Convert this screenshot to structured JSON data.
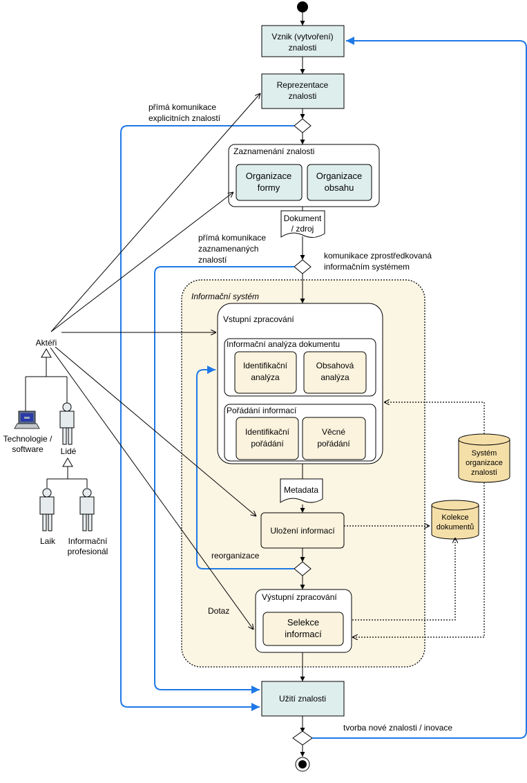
{
  "nodes": {
    "vznik": [
      "Vznik (vytvoření)",
      "znalosti"
    ],
    "reprezentace": [
      "Reprezentace",
      "znalosti"
    ],
    "zaznamenani": "Zaznamenání znalosti",
    "org_formy": [
      "Organizace",
      "formy"
    ],
    "org_obsahu": [
      "Organizace",
      "obsahu"
    ],
    "dokument": [
      "Dokument",
      "/ zdroj"
    ],
    "is_label": "Informační systém",
    "vstupni": "Vstupní zpracování",
    "ia_dokumentu": "Informační analýza dokumentu",
    "ident_analyza": [
      "Identifikační",
      "analýza"
    ],
    "obsah_analyza": [
      "Obsahová",
      "analýza"
    ],
    "poradani": "Pořádání informací",
    "ident_poradani": [
      "Identifikační",
      "pořádání"
    ],
    "vecne_poradani": [
      "Věcné",
      "pořádání"
    ],
    "metadata": "Metadata",
    "ulozeni": "Uložení informací",
    "vystupni": "Výstupní zpracování",
    "selekce": [
      "Selekce",
      "informací"
    ],
    "uziti": "Užití znalosti",
    "system_org": [
      "Systém",
      "organizace",
      "znalostí"
    ],
    "kolekce": [
      "Kolekce",
      "dokumentů"
    ]
  },
  "labels": {
    "prima_explicit": [
      "přímá komunikace",
      "explicitních znalostí"
    ],
    "prima_zazn": [
      "přímá komunikace",
      "zaznamenaných",
      "znalostí"
    ],
    "komunikace_is": [
      "komunikace zprostředkovaná",
      "informačním systémem"
    ],
    "reorganizace": "reorganizace",
    "dotaz": "Dotaz",
    "tvorba": "tvorba nové znalosti / inovace"
  },
  "actors": {
    "akteri": "Aktéři",
    "technologie": [
      "Technologie /",
      "software"
    ],
    "lide": "Lidé",
    "laik": "Laik",
    "profesional": [
      "Informační",
      "profesionál"
    ]
  },
  "colors": {
    "teal": "#deeeed",
    "beige": "#fbf3de",
    "is_background": "#fbf5e3",
    "blue_flow": "#1e78e6",
    "cylinder": "#f5dfa8"
  }
}
